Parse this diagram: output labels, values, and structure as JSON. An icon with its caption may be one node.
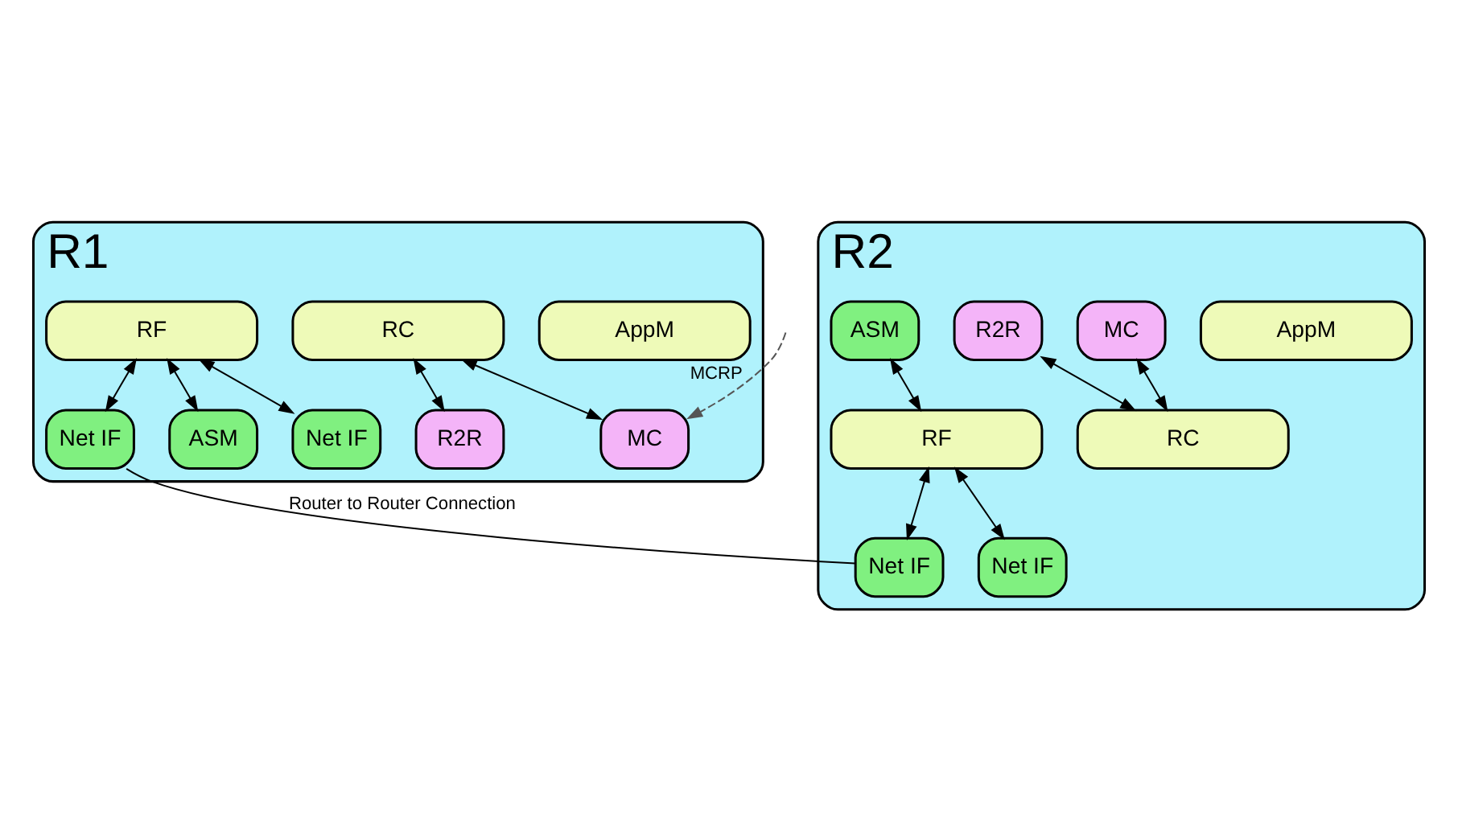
{
  "diagram": {
    "nodes": [
      {
        "text": [
          "R1"
        ]
      },
      {
        "text": [
          "AppM"
        ],
        "in": 0
      },
      {
        "text": [
          "RC"
        ],
        "in": 0
      },
      {
        "text": [
          "MC"
        ],
        "in": 0
      },
      {
        "text": [
          "R2R"
        ],
        "in": 0
      },
      {
        "text": [
          "RF"
        ],
        "in": 0
      },
      {
        "text": [
          "ASM"
        ],
        "in": 0
      },
      {
        "text": [
          "Net IF"
        ],
        "in": 0
      },
      {
        "text": [
          "Net IF"
        ],
        "in": 0
      },
      {
        "text": [
          "R2"
        ]
      },
      {
        "text": [
          "AppM"
        ],
        "in": 9
      },
      {
        "text": [
          "MC"
        ],
        "in": 9
      },
      {
        "text": [
          "R2R"
        ],
        "in": 9
      },
      {
        "text": [
          "RC"
        ],
        "in": 9
      },
      {
        "text": [
          "ASM"
        ],
        "in": 9
      },
      {
        "text": [
          "RF"
        ],
        "in": 9
      },
      {
        "text": [
          "Net IF"
        ],
        "in": 9
      },
      {
        "text": [
          "Net IF"
        ],
        "in": 9
      }
    ],
    "edges": [
      {
        "from": null,
        "to": 3,
        "arrow": "to",
        "label": "MCRP",
        "style": "dashed",
        "color": "#555555"
      },
      {
        "from": 2,
        "to": 3,
        "arrow": "both"
      },
      {
        "from": 2,
        "to": 4,
        "arrow": "both"
      },
      {
        "from": 5,
        "to": 6,
        "arrow": "both"
      },
      {
        "from": 5,
        "to": 7,
        "arrow": "both"
      },
      {
        "from": 5,
        "to": 8,
        "arrow": "both"
      },
      {
        "from": 11,
        "to": 13,
        "arrow": "both"
      },
      {
        "from": 12,
        "to": 13,
        "arrow": "both"
      },
      {
        "from": 14,
        "to": 15,
        "arrow": "both"
      },
      {
        "from": 15,
        "to": 16,
        "arrow": "both"
      },
      {
        "from": 15,
        "to": 17,
        "arrow": "both"
      },
      {
        "from": 8,
        "to": 16,
        "arrow": "none",
        "label": "Router to Router Connection"
      }
    ]
  }
}
